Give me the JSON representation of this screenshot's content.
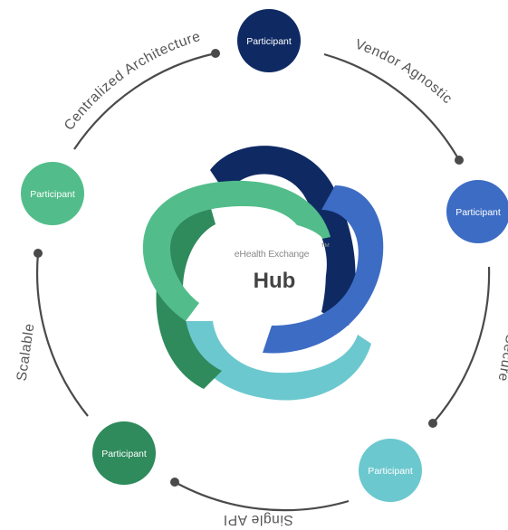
{
  "hub": {
    "brand": "eHealth Exchange",
    "trademark": "™",
    "title": "Hub"
  },
  "participants": [
    {
      "label": "Participant",
      "color": "#0f2a63"
    },
    {
      "label": "Participant",
      "color": "#3d6cc4"
    },
    {
      "label": "Participant",
      "color": "#6cc8cf"
    },
    {
      "label": "Participant",
      "color": "#2f8a5c"
    },
    {
      "label": "Participant",
      "color": "#52bd8a"
    }
  ],
  "connectors": [
    {
      "label": "Vendor Agnostic"
    },
    {
      "label": "Secure"
    },
    {
      "label": "Single API"
    },
    {
      "label": "Scalable"
    },
    {
      "label": "Centralized Architecture"
    }
  ],
  "colors": {
    "navy": "#0f2a63",
    "blue": "#3d6cc4",
    "teal": "#6cc8cf",
    "darkgreen": "#2f8a5c",
    "green": "#52bd8a",
    "connector": "#4a4a4a"
  }
}
